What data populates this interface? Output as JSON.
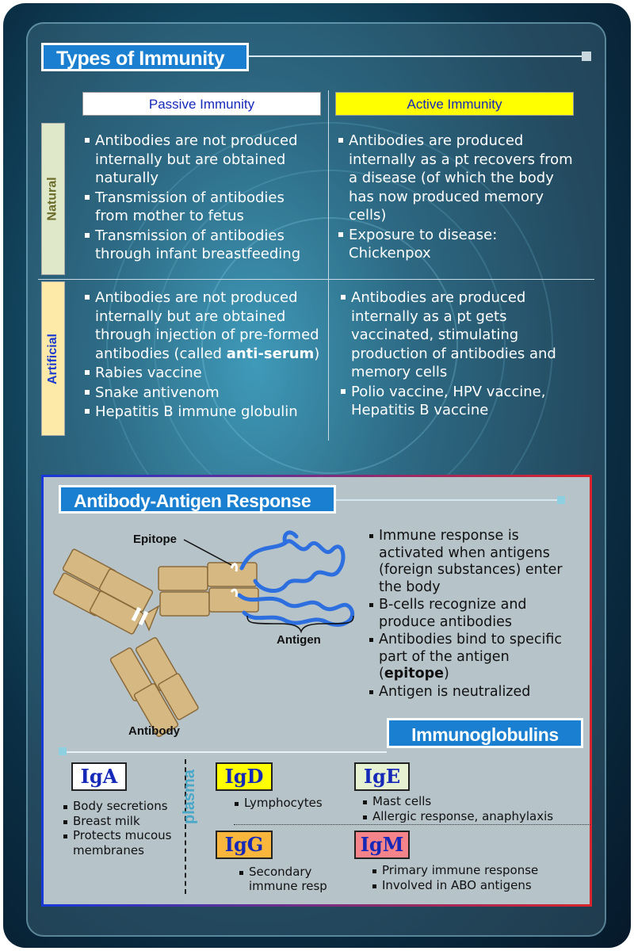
{
  "types_section": {
    "title": "Types of Immunity",
    "headers": {
      "passive": "Passive Immunity",
      "active": "Active Immunity"
    },
    "rows": {
      "natural": {
        "label": "Natural",
        "passive": [
          "Antibodies are not produced internally but are obtained naturally",
          "Transmission of antibodies from mother to fetus",
          "Transmission of antibodies through infant breastfeeding"
        ],
        "active": [
          "Antibodies are produced internally as a pt recovers from a disease (of which the body has now produced memory cells)",
          "Exposure to disease: Chickenpox"
        ]
      },
      "artificial": {
        "label": "Artificial",
        "passive_first_pre": "Antibodies are not produced internally but are obtained through injection of pre-formed antibodies (called ",
        "passive_first_bold": "anti-serum",
        "passive_first_post": ")",
        "passive": [
          "Rabies vaccine",
          "Snake antivenom",
          "Hepatitis B immune globulin"
        ],
        "active": [
          "Antibodies are produced internally as a pt gets vaccinated, stimulating production of antibodies and memory cells",
          "Polio vaccine, HPV vaccine, Hepatitis B vaccine"
        ]
      }
    }
  },
  "response_section": {
    "title": "Antibody-Antigen Response",
    "diagram_labels": {
      "epitope": "Epitope",
      "antigen": "Antigen",
      "antibody": "Antibody"
    },
    "bullets": [
      "Immune response  is activated when antigens (foreign substances)  enter the body",
      "B-cells recognize and produce antibodies"
    ],
    "bullet3_pre": "Antibodies bind to specific part of the antigen (",
    "bullet3_bold": "epitope",
    "bullet3_post": ")",
    "bullet4": "Antigen is neutralized"
  },
  "immunoglobulins": {
    "title": "Immunoglobulins",
    "plasma_label": "plasma",
    "items": [
      {
        "name": "IgA",
        "color": "#ffffff",
        "points": [
          "Body secretions",
          "Breast milk",
          "Protects mucous membranes"
        ]
      },
      {
        "name": "IgD",
        "color": "#ffff00",
        "points": [
          "Lymphocytes"
        ]
      },
      {
        "name": "IgE",
        "color": "#e6f1d2",
        "points": [
          "Mast cells",
          "Allergic response, anaphylaxis"
        ]
      },
      {
        "name": "IgG",
        "color": "#f8b73c",
        "points": [
          "Secondary immune resp"
        ]
      },
      {
        "name": "IgM",
        "color": "#f4838a",
        "points": [
          "Primary immune response",
          "Involved in ABO antigens"
        ]
      }
    ]
  },
  "colors": {
    "title_blue": "#1a7fd0",
    "active_header": "#ffff00",
    "natural_tab": "#dfe8c8",
    "artificial_tab": "#fde9a8"
  }
}
